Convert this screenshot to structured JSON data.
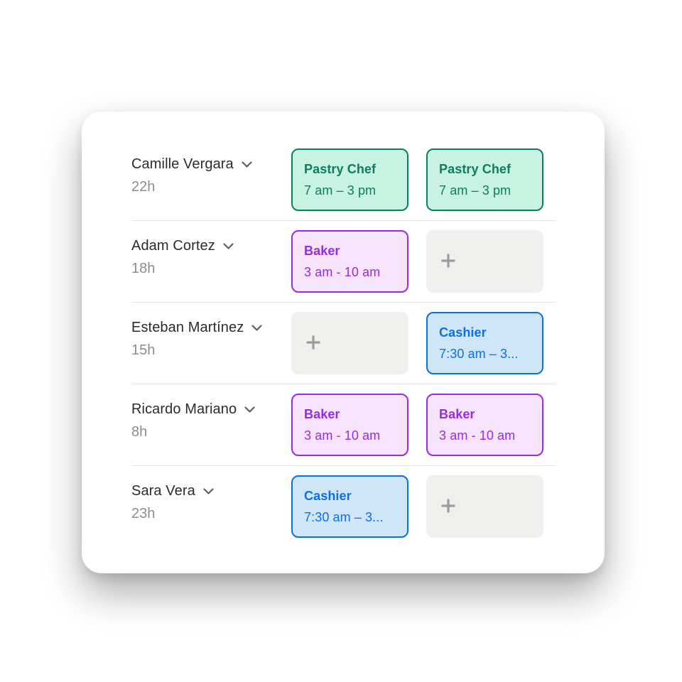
{
  "panel": {
    "background": "#ffffff"
  },
  "icons": {
    "chevron": "chevron-down",
    "plus": "plus"
  },
  "palette": {
    "green": {
      "bg": "#c8f3e3",
      "border": "#0d7c60",
      "text": "#0d7c60"
    },
    "purple": {
      "bg": "#f6e3fc",
      "border": "#9b2be0",
      "text": "#9b2be0"
    },
    "blue": {
      "bg": "#cfe6f8",
      "border": "#0d6fe4",
      "text": "#0d6fe4"
    },
    "empty": {
      "bg": "#f0f0ef",
      "plus": "#9b9b9b"
    },
    "divider": "#e4e4e4",
    "name_text": "#2b2b2b",
    "hours_text": "#8d8d8d",
    "chevron": "#5f5f5f"
  },
  "schedule": {
    "rows": [
      {
        "name": "Camille Vergara",
        "hours": "22h",
        "shifts": [
          {
            "type": "shift",
            "color": "green",
            "role": "Pastry Chef",
            "time": "7 am – 3 pm"
          },
          {
            "type": "shift",
            "color": "green",
            "role": "Pastry Chef",
            "time": "7 am – 3 pm"
          }
        ]
      },
      {
        "name": "Adam Cortez",
        "hours": "18h",
        "shifts": [
          {
            "type": "shift",
            "color": "purple",
            "role": "Baker",
            "time": "3 am - 10 am"
          },
          {
            "type": "empty",
            "label": "+"
          }
        ]
      },
      {
        "name": "Esteban Martínez",
        "hours": "15h",
        "shifts": [
          {
            "type": "empty",
            "label": "+"
          },
          {
            "type": "shift",
            "color": "blue",
            "role": "Cashier",
            "time": "7:30 am – 3..."
          }
        ]
      },
      {
        "name": "Ricardo Mariano",
        "hours": "8h",
        "shifts": [
          {
            "type": "shift",
            "color": "purple",
            "role": "Baker",
            "time": "3 am - 10 am"
          },
          {
            "type": "shift",
            "color": "purple",
            "role": "Baker",
            "time": "3 am - 10 am"
          }
        ]
      },
      {
        "name": "Sara Vera",
        "hours": "23h",
        "shifts": [
          {
            "type": "shift",
            "color": "blue",
            "role": "Cashier",
            "time": "7:30 am – 3..."
          },
          {
            "type": "empty",
            "label": "+"
          }
        ]
      }
    ]
  }
}
